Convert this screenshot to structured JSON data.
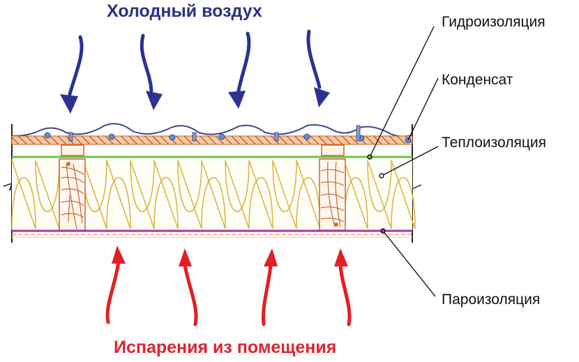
{
  "titles": {
    "top": "Холодный воздух",
    "bottom": "Испарения из помещения"
  },
  "labels": {
    "waterproofing": "Гидроизоляция",
    "condensate": "Конденсат",
    "insulation": "Теплоизоляция",
    "vapor_barrier": "Пароизоляция"
  },
  "colors": {
    "cold_arrow": "#2e3192",
    "warm_arrow": "#e31e24",
    "wood": "#c8652a",
    "insulation": "#d9b23a",
    "waterproofing": "#6cc24a",
    "vapor_barrier": "#a23a9a",
    "roof": "#3b4a8a",
    "droplet": "#5b8fd6"
  },
  "arrows": {
    "cold_count": 4,
    "warm_count": 4
  }
}
